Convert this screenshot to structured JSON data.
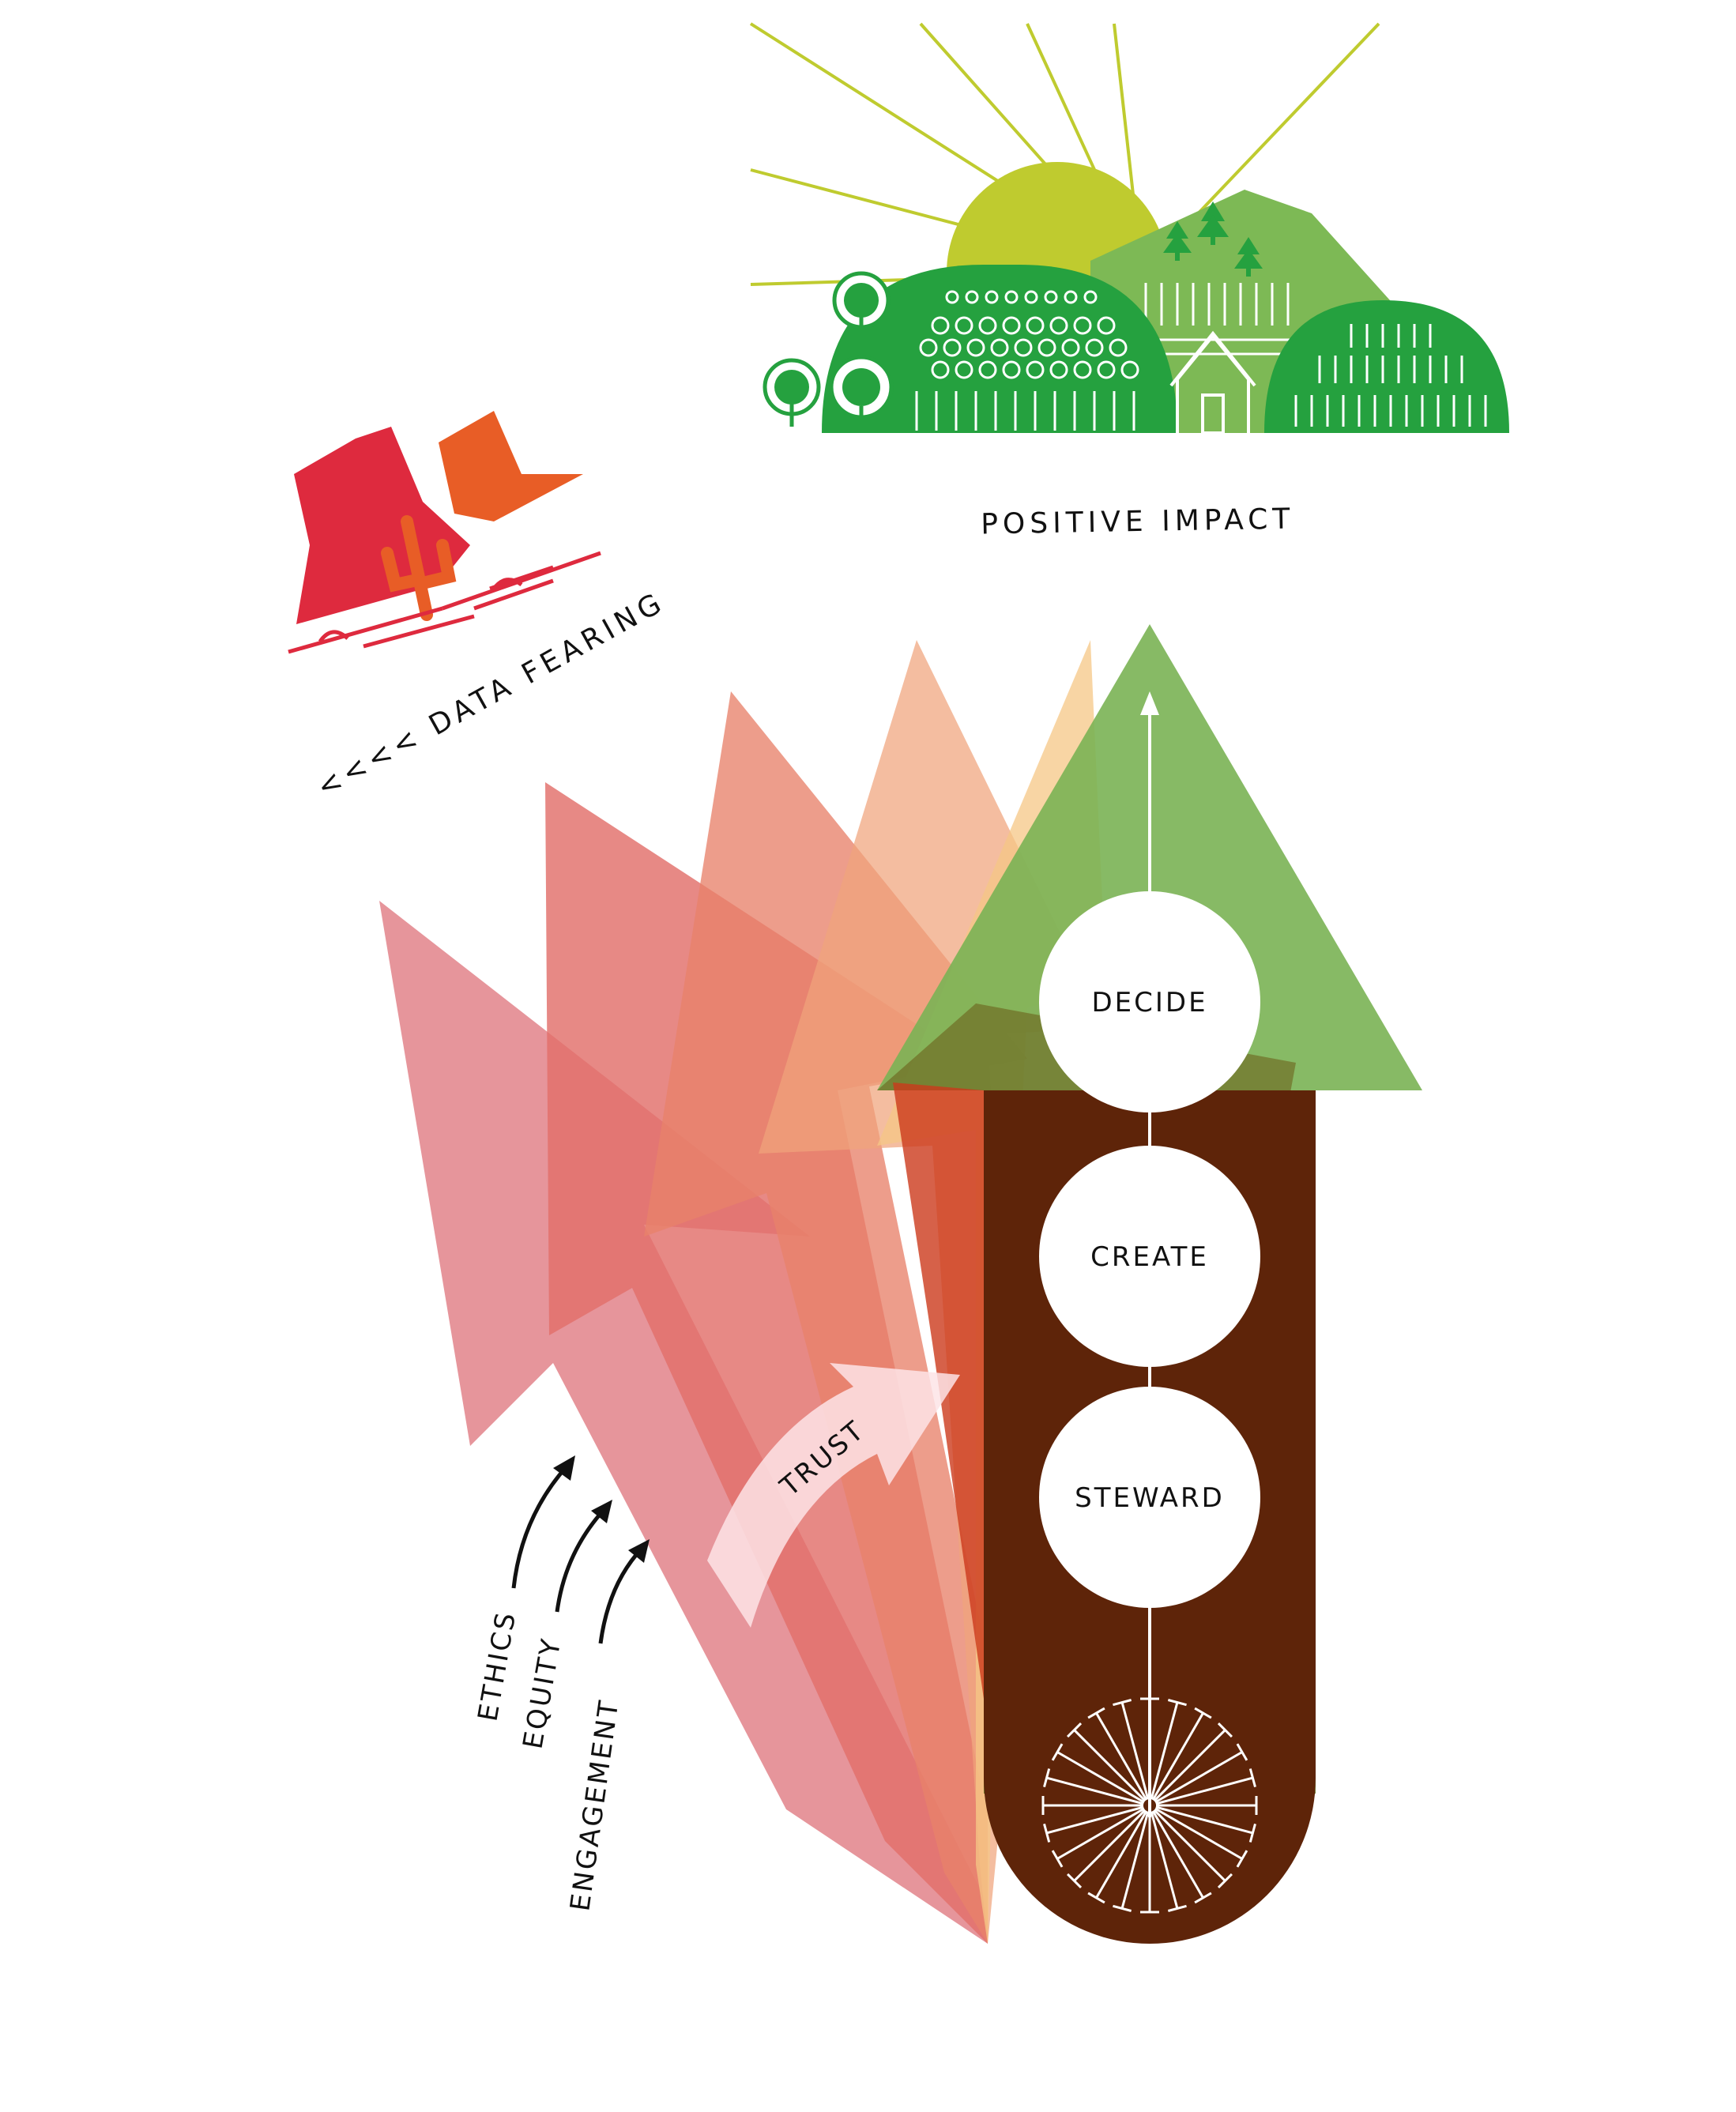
{
  "labels": {
    "positive_impact": "POSITIVE IMPACT",
    "data_fearing": "<<<< DATA FEARING",
    "trust": "TRUST",
    "ethics": "ETHICS",
    "equity": "EQUITY",
    "engagement": "ENGAGEMENT",
    "data": "DATA"
  },
  "stages": [
    {
      "label": "DECIDE"
    },
    {
      "label": "CREATE"
    },
    {
      "label": "STEWARD"
    }
  ],
  "arrow_colors": [
    "#e6959b",
    "#e26f6a",
    "#e8826a",
    "#f0a37b",
    "#f6c785",
    "#7ab354"
  ],
  "colors": {
    "sun": "#bfcb2f",
    "hill_dark": "#25a13f",
    "hill_light": "#7db955",
    "desert_red": "#de2a3e",
    "desert_orange": "#e85d26",
    "stem": "#5e2409"
  }
}
